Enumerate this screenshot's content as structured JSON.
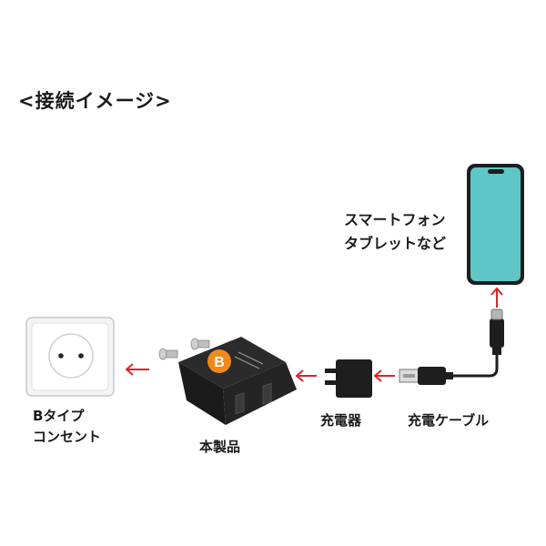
{
  "title": "<接続イメージ>",
  "labels": {
    "phone_line1": "スマートフォン",
    "phone_line2": "タブレットなど",
    "outlet_line1": "Bタイプ",
    "outlet_line2": "コンセント",
    "product": "本製品",
    "charger": "充電器",
    "cable": "充電ケーブル"
  },
  "product_badge": "B",
  "colors": {
    "arrow": "#d9262b",
    "phone_screen": "#5fc6c6",
    "badge": "#f08a1c",
    "device_dark": "#1e1e1e"
  },
  "icons": [
    "b-type-outlet-icon",
    "plug-adapter-icon",
    "usb-charger-icon",
    "usb-cable-icon",
    "smartphone-icon",
    "left-arrow-icon",
    "up-arrow-icon"
  ]
}
